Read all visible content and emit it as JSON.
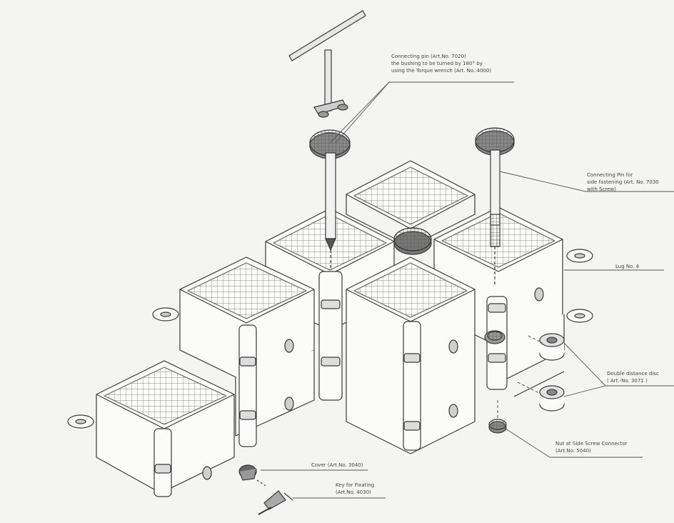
{
  "callouts": {
    "connecting_pin": [
      "Connecting pin (Art.No. 7020)",
      "the bushing to be turned by 180° by",
      "using the Torque wrench (Art. No. 4000)"
    ],
    "pin_fastening": [
      "Connecting Pin for",
      "side fastening (Art. No. 7030",
      "with Screw)"
    ],
    "lug": [
      "Lug No. 4"
    ],
    "double_distance_disc": [
      "Double distance disc",
      "( Art.-No. 3071 )"
    ],
    "nut_screw_connector": [
      "Nut at Side Screw Connector",
      "(Art.No. 5040)"
    ],
    "cover": [
      "Cover (Art.No. 3040)"
    ],
    "key": [
      "Key for Fixating",
      "(Art.No. 4030)"
    ]
  }
}
